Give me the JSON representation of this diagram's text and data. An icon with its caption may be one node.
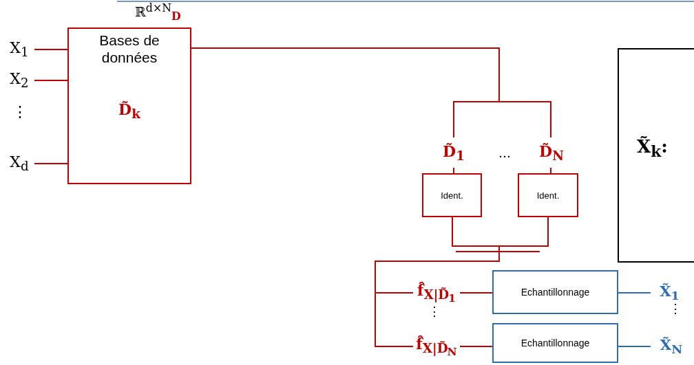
{
  "diagram": {
    "nodes": [
      {
        "text": [
          "X$_{1}$"
        ]
      },
      {
        "text": [
          "X$_{2}$"
        ]
      },
      {
        "text": [
          "X$_{d}$"
        ]
      },
      {
        "text": [
          "Bases de données",
          "D̃$_{k}$"
        ],
        "beside": [
          "ℝ$^{d×N}$$_{D}$"
        ]
      },
      {
        "text": [
          "D̃$_{1}$"
        ]
      },
      {
        "text": [
          "D̃$_{N}$"
        ]
      },
      {
        "text": [
          "Ident."
        ]
      },
      {
        "text": [
          "Ident."
        ]
      },
      {
        "text": [
          "f̂$_{X|D̃}$$_{1}$"
        ]
      },
      {
        "text": [
          "f̂$_{X|D̃}$$_{N}$"
        ]
      },
      {
        "text": [
          "Echantillonnage"
        ]
      },
      {
        "text": [
          "Echantillonnage"
        ]
      },
      {
        "text": [
          "X̃$_{1}$"
        ]
      },
      {
        "text": [
          "X̃$_{N}$"
        ]
      },
      {
        "text": [
          "X̃$_{k}$:"
        ]
      }
    ],
    "edges": [
      {
        "from": 0,
        "to": 3,
        "arrow": "none"
      },
      {
        "from": 1,
        "to": 3,
        "arrow": "none"
      },
      {
        "from": 2,
        "to": 3,
        "arrow": "none"
      },
      {
        "from": 3,
        "to": 4,
        "arrow": "none"
      },
      {
        "from": 3,
        "to": 5,
        "arrow": "none"
      },
      {
        "from": 4,
        "to": 6,
        "arrow": "none"
      },
      {
        "from": 5,
        "to": 7,
        "arrow": "none"
      },
      {
        "from": 6,
        "to": 8,
        "arrow": "none"
      },
      {
        "from": 6,
        "to": 9,
        "arrow": "none"
      },
      {
        "from": 7,
        "to": 8,
        "arrow": "none"
      },
      {
        "from": 7,
        "to": 9,
        "arrow": "none"
      },
      {
        "from": 8,
        "to": 10,
        "arrow": "none"
      },
      {
        "from": 9,
        "to": 11,
        "arrow": "none"
      },
      {
        "from": 10,
        "to": 12,
        "arrow": "none",
        "color": "#2e6db4"
      },
      {
        "from": 11,
        "to": 13,
        "arrow": "none",
        "color": "#2e6db4"
      }
    ],
    "labels": [
      "⋮",
      "…",
      "⋮",
      "⋮"
    ]
  }
}
